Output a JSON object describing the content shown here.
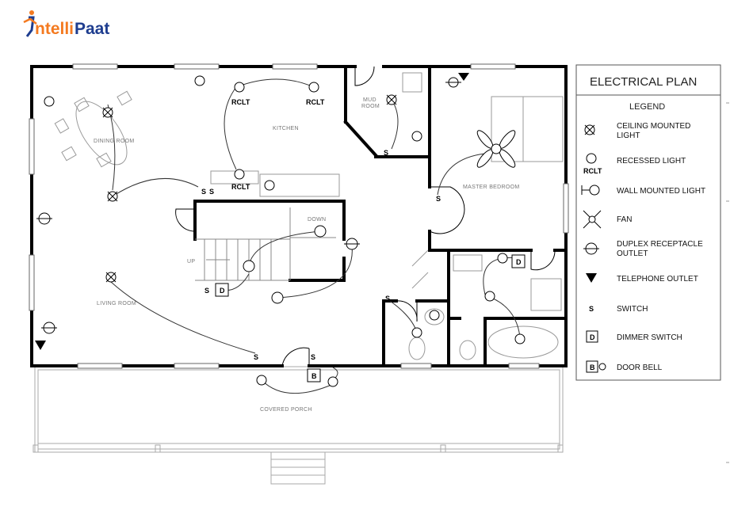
{
  "logo": {
    "text_a": "ntelli",
    "text_b": "Paat",
    "color_a": "#f47a20",
    "color_b": "#1e3d8f"
  },
  "legend": {
    "title": "ELECTRICAL PLAN",
    "heading": "LEGEND",
    "items": [
      {
        "icon": "ceiling-light-icon",
        "label_1": "CEILING MOUNTED",
        "label_2": "LIGHT"
      },
      {
        "icon": "recessed-light-icon",
        "label_1": "RECESSED LIGHT",
        "label_2": "",
        "sub": "RCLT"
      },
      {
        "icon": "wall-light-icon",
        "label_1": "WALL MOUNTED LIGHT",
        "label_2": ""
      },
      {
        "icon": "fan-icon",
        "label_1": "FAN",
        "label_2": ""
      },
      {
        "icon": "duplex-outlet-icon",
        "label_1": "DUPLEX RECEPTACLE",
        "label_2": "OUTLET"
      },
      {
        "icon": "telephone-outlet-icon",
        "label_1": "TELEPHONE OUTLET",
        "label_2": ""
      },
      {
        "icon": "switch-icon",
        "label_1": "SWITCH",
        "label_2": "",
        "sub": "S"
      },
      {
        "icon": "dimmer-switch-icon",
        "label_1": "DIMMER SWITCH",
        "label_2": "",
        "sub": "D"
      },
      {
        "icon": "door-bell-icon",
        "label_1": "DOOR BELL",
        "label_2": "",
        "sub": "B"
      }
    ]
  },
  "rooms": {
    "dining": "DINING ROOM",
    "kitchen": "KITCHEN",
    "mud": "MUD",
    "mud_2": "ROOM",
    "master": "MASTER BEDROOM",
    "living": "LIVING ROOM",
    "porch": "COVERED PORCH",
    "down": "DOWN",
    "up": "UP"
  },
  "symbols": {
    "rclt": "RCLT",
    "switch": "S",
    "dimmer": "D",
    "bell": "B"
  },
  "colors": {
    "wall": "#000000",
    "furniture": "#9a9a9a",
    "wire": "#333333"
  }
}
